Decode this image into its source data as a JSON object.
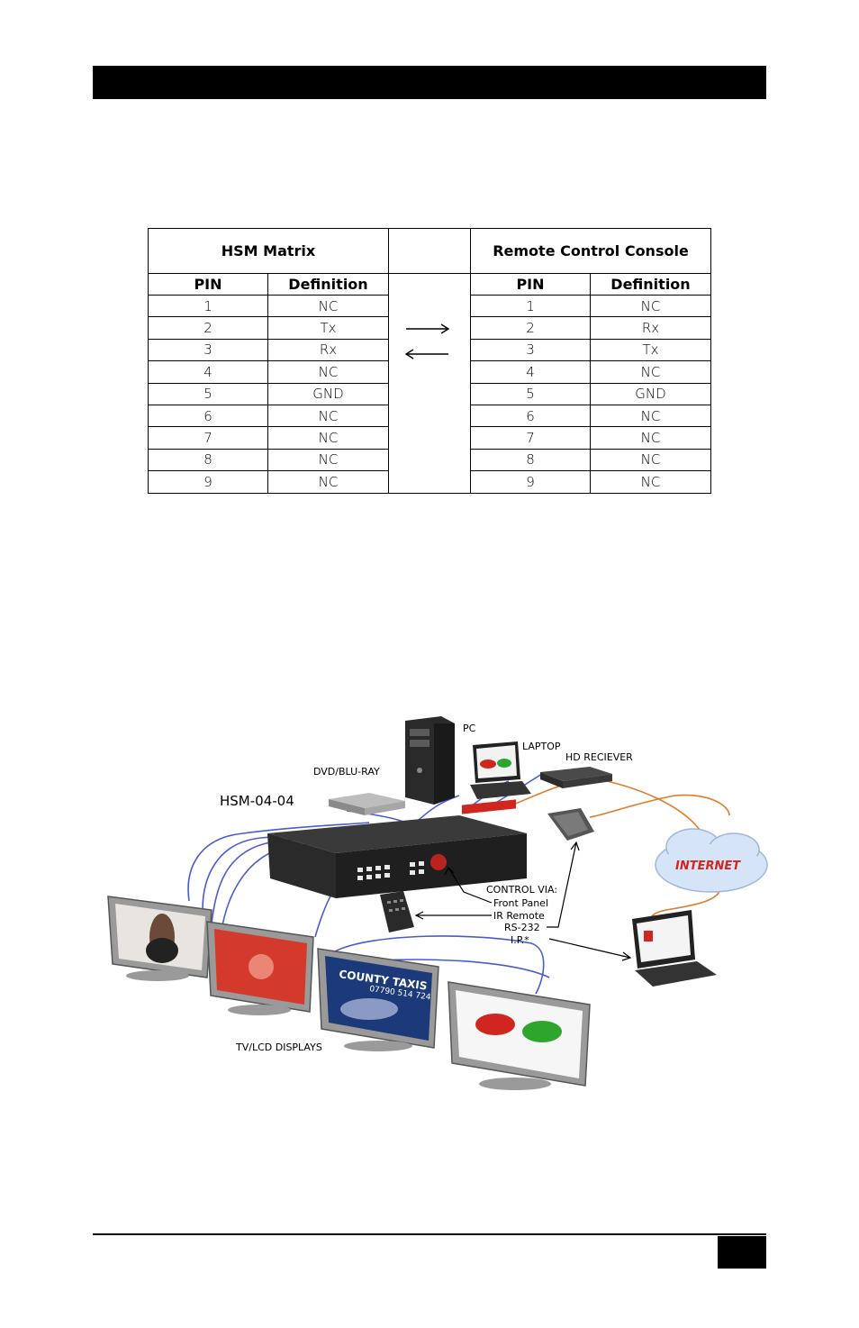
{
  "pin_table": {
    "left_title": "HSM Matrix",
    "right_title": "Remote Control Console",
    "col_pin": "PIN",
    "col_def": "Definition",
    "rows": [
      {
        "pin": "1",
        "left": "NC",
        "right": "NC"
      },
      {
        "pin": "2",
        "left": "Tx",
        "right": "Rx"
      },
      {
        "pin": "3",
        "left": "Rx",
        "right": "Tx"
      },
      {
        "pin": "4",
        "left": "NC",
        "right": "NC"
      },
      {
        "pin": "5",
        "left": "GND",
        "right": "GND"
      },
      {
        "pin": "6",
        "left": "NC",
        "right": "NC"
      },
      {
        "pin": "7",
        "left": "NC",
        "right": "NC"
      },
      {
        "pin": "8",
        "left": "NC",
        "right": "NC"
      },
      {
        "pin": "9",
        "left": "NC",
        "right": "NC"
      }
    ]
  },
  "diagram": {
    "pc": "PC",
    "laptop": "LAPTOP",
    "hd_receiver": "HD RECIEVER",
    "dvd": "DVD/BLU-RAY",
    "hsm": "HSM-04-04",
    "internet": "INTERNET",
    "control_title": "CONTROL VIA:",
    "control_items": [
      "Front Panel",
      "IR Remote",
      "RS-232",
      "I.P.*"
    ],
    "displays": "TV/LCD DISPLAYS",
    "billboard_title": "COUNTY TAXIS",
    "billboard_phone": "07790 514 724"
  },
  "colors": {
    "cable_blue": "#4a5bd0",
    "cable_orange": "#e07b2a",
    "rack_red": "#d0261f",
    "cloud_blue": "#d6e4f7"
  }
}
